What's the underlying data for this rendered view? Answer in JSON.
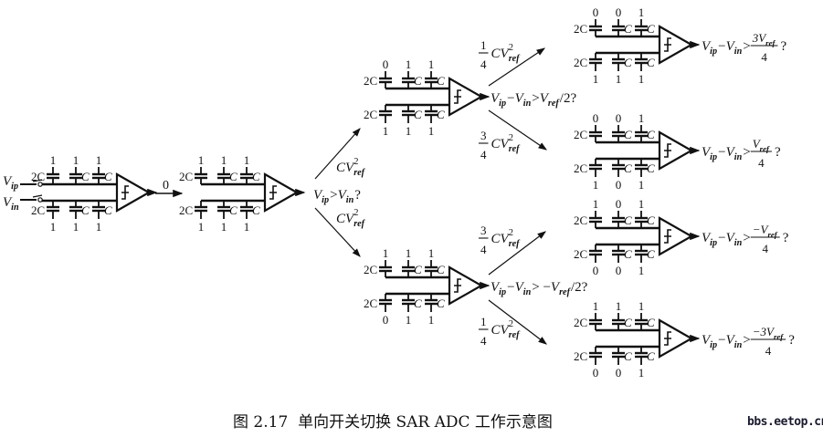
{
  "cap_labels": [
    "2C",
    "C",
    "C"
  ],
  "inputs": {
    "vip": [
      {
        "t": "V",
        "s": "i"
      },
      {
        "t": "ip",
        "s": "sub"
      }
    ],
    "vin": [
      {
        "t": "V",
        "s": "i"
      },
      {
        "t": "in",
        "s": "sub"
      }
    ]
  },
  "step_label": "0",
  "stages": [
    {
      "id": "s1",
      "top_bits": [
        "1",
        "1",
        "1"
      ],
      "bottom_bits": [
        "1",
        "1",
        "1"
      ]
    },
    {
      "id": "s2",
      "top_bits": [
        "1",
        "1",
        "1"
      ],
      "bottom_bits": [
        "1",
        "1",
        "1"
      ]
    },
    {
      "id": "s3a",
      "top_bits": [
        "0",
        "1",
        "1"
      ],
      "bottom_bits": [
        "1",
        "1",
        "1"
      ]
    },
    {
      "id": "s3b",
      "top_bits": [
        "1",
        "1",
        "1"
      ],
      "bottom_bits": [
        "0",
        "1",
        "1"
      ]
    },
    {
      "id": "s4a",
      "top_bits": [
        "0",
        "0",
        "1"
      ],
      "bottom_bits": [
        "1",
        "1",
        "1"
      ]
    },
    {
      "id": "s4b",
      "top_bits": [
        "0",
        "0",
        "1"
      ],
      "bottom_bits": [
        "1",
        "0",
        "1"
      ]
    },
    {
      "id": "s4c",
      "top_bits": [
        "1",
        "0",
        "1"
      ],
      "bottom_bits": [
        "0",
        "0",
        "1"
      ]
    },
    {
      "id": "s4d",
      "top_bits": [
        "1",
        "1",
        "1"
      ],
      "bottom_bits": [
        "0",
        "0",
        "1"
      ]
    }
  ],
  "questions": {
    "q1": [
      {
        "t": "V",
        "s": "i"
      },
      {
        "t": "ip",
        "s": "sub"
      },
      {
        "t": " > ",
        "s": "n"
      },
      {
        "t": "V",
        "s": "i"
      },
      {
        "t": "in",
        "s": "sub"
      },
      {
        "t": " ?",
        "s": "n"
      }
    ],
    "q2a": [
      {
        "t": "V",
        "s": "i"
      },
      {
        "t": "ip",
        "s": "sub"
      },
      {
        "t": " − ",
        "s": "n"
      },
      {
        "t": "V",
        "s": "i"
      },
      {
        "t": "in",
        "s": "sub"
      },
      {
        "t": " > ",
        "s": "n"
      },
      {
        "t": "V",
        "s": "i"
      },
      {
        "t": "ref",
        "s": "sub"
      },
      {
        "t": " /2?",
        "s": "n"
      }
    ],
    "q2b": [
      {
        "t": "V",
        "s": "i"
      },
      {
        "t": "ip",
        "s": "sub"
      },
      {
        "t": " − ",
        "s": "n"
      },
      {
        "t": "V",
        "s": "i"
      },
      {
        "t": "in",
        "s": "sub"
      },
      {
        "t": " > −",
        "s": "n"
      },
      {
        "t": "V",
        "s": "i"
      },
      {
        "t": "ref",
        "s": "sub"
      },
      {
        "t": " /2?",
        "s": "n"
      }
    ],
    "q3a": [
      {
        "t": "V",
        "s": "i"
      },
      {
        "t": "ip",
        "s": "sub"
      },
      {
        "t": " − ",
        "s": "n"
      },
      {
        "t": "V",
        "s": "i"
      },
      {
        "t": "in",
        "s": "sub"
      },
      {
        "t": " > ",
        "s": "n"
      },
      {
        "num": [
          {
            "t": "3V",
            "s": "i"
          },
          {
            "t": "ref",
            "s": "sub"
          }
        ],
        "den": [
          {
            "t": "4",
            "s": "n"
          }
        ]
      },
      {
        "t": "?",
        "s": "n"
      }
    ],
    "q3b": [
      {
        "t": "V",
        "s": "i"
      },
      {
        "t": "ip",
        "s": "sub"
      },
      {
        "t": " − ",
        "s": "n"
      },
      {
        "t": "V",
        "s": "i"
      },
      {
        "t": "in",
        "s": "sub"
      },
      {
        "t": " > ",
        "s": "n"
      },
      {
        "num": [
          {
            "t": "V",
            "s": "i"
          },
          {
            "t": "ref",
            "s": "sub"
          }
        ],
        "den": [
          {
            "t": "4",
            "s": "n"
          }
        ]
      },
      {
        "t": "?",
        "s": "n"
      }
    ],
    "q3c": [
      {
        "t": "V",
        "s": "i"
      },
      {
        "t": "ip",
        "s": "sub"
      },
      {
        "t": " − ",
        "s": "n"
      },
      {
        "t": "V",
        "s": "i"
      },
      {
        "t": "in",
        "s": "sub"
      },
      {
        "t": " > ",
        "s": "n"
      },
      {
        "num": [
          {
            "t": "−V",
            "s": "i"
          },
          {
            "t": "ref",
            "s": "sub"
          }
        ],
        "den": [
          {
            "t": "4",
            "s": "n"
          }
        ]
      },
      {
        "t": "?",
        "s": "n"
      }
    ],
    "q3d": [
      {
        "t": "V",
        "s": "i"
      },
      {
        "t": "ip",
        "s": "sub"
      },
      {
        "t": " − ",
        "s": "n"
      },
      {
        "t": "V",
        "s": "i"
      },
      {
        "t": "in",
        "s": "sub"
      },
      {
        "t": " > ",
        "s": "n"
      },
      {
        "num": [
          {
            "t": "−3V",
            "s": "i"
          },
          {
            "t": "ref",
            "s": "sub"
          }
        ],
        "den": [
          {
            "t": "4",
            "s": "n"
          }
        ]
      },
      {
        "t": "?",
        "s": "n"
      }
    ]
  },
  "energies": {
    "e_up": [
      {
        "t": "C",
        "s": "i"
      },
      {
        "t": "V",
        "s": "i"
      },
      {
        "t": "2",
        "s": "sup0"
      },
      {
        "t": "ref",
        "s": "sub"
      }
    ],
    "e_down": [
      {
        "t": "C",
        "s": "i"
      },
      {
        "t": "V",
        "s": "i"
      },
      {
        "t": "2",
        "s": "sup0"
      },
      {
        "t": "ref",
        "s": "sub"
      }
    ],
    "e3a_up": [
      {
        "num": [
          {
            "t": "1",
            "s": "n"
          }
        ],
        "den": [
          {
            "t": "4",
            "s": "n"
          }
        ]
      },
      {
        "t": "C",
        "s": "i"
      },
      {
        "t": "V",
        "s": "i"
      },
      {
        "t": "2",
        "s": "sup0"
      },
      {
        "t": "ref",
        "s": "sub"
      }
    ],
    "e3a_down": [
      {
        "num": [
          {
            "t": "3",
            "s": "n"
          }
        ],
        "den": [
          {
            "t": "4",
            "s": "n"
          }
        ]
      },
      {
        "t": "C",
        "s": "i"
      },
      {
        "t": "V",
        "s": "i"
      },
      {
        "t": "2",
        "s": "sup0"
      },
      {
        "t": "ref",
        "s": "sub"
      }
    ],
    "e3b_up": [
      {
        "num": [
          {
            "t": "3",
            "s": "n"
          }
        ],
        "den": [
          {
            "t": "4",
            "s": "n"
          }
        ]
      },
      {
        "t": "C",
        "s": "i"
      },
      {
        "t": "V",
        "s": "i"
      },
      {
        "t": "2",
        "s": "sup0"
      },
      {
        "t": "ref",
        "s": "sub"
      }
    ],
    "e3b_down": [
      {
        "num": [
          {
            "t": "1",
            "s": "n"
          }
        ],
        "den": [
          {
            "t": "4",
            "s": "n"
          }
        ]
      },
      {
        "t": "C",
        "s": "i"
      },
      {
        "t": "V",
        "s": "i"
      },
      {
        "t": "2",
        "s": "sup0"
      },
      {
        "t": "ref",
        "s": "sub"
      }
    ]
  },
  "caption": "图 2.17  单向开关切换 SAR ADC 工作示意图",
  "watermark": "bbs.eetop.cn"
}
